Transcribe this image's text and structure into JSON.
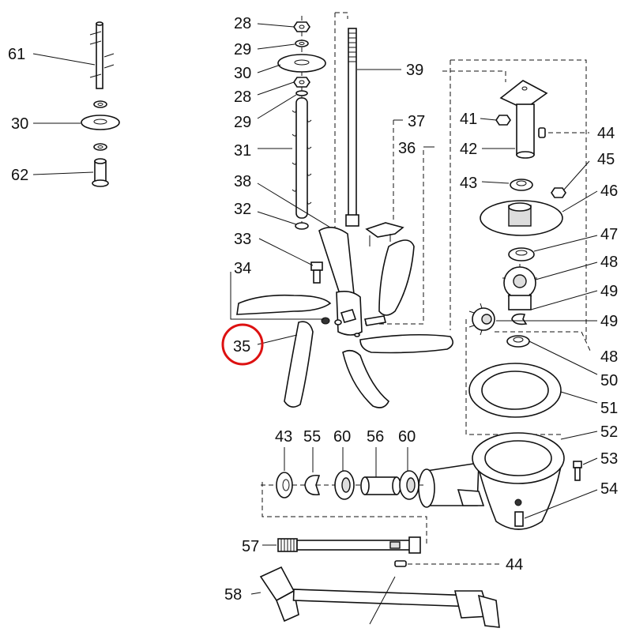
{
  "highlight_color": "#dd1111",
  "highlighted_label": "35",
  "labels": {
    "l61": "61",
    "l30a": "30",
    "l62": "62",
    "l28a": "28",
    "l29a": "29",
    "l30b": "30",
    "l28b": "28",
    "l29b": "29",
    "l31": "31",
    "l38": "38",
    "l32": "32",
    "l33": "33",
    "l34": "34",
    "l35": "35",
    "l39": "39",
    "l37": "37",
    "l36": "36",
    "l41": "41",
    "l42": "42",
    "l43a": "43",
    "l44a": "44",
    "l45": "45",
    "l46": "46",
    "l47": "47",
    "l48a": "48",
    "l49a": "49",
    "l49b": "49",
    "l48b": "48",
    "l50": "50",
    "l51": "51",
    "l52": "52",
    "l53": "53",
    "l54": "54",
    "l43b": "43",
    "l55": "55",
    "l60a": "60",
    "l56": "56",
    "l60b": "60",
    "l57": "57",
    "l44b": "44",
    "l58": "58"
  }
}
